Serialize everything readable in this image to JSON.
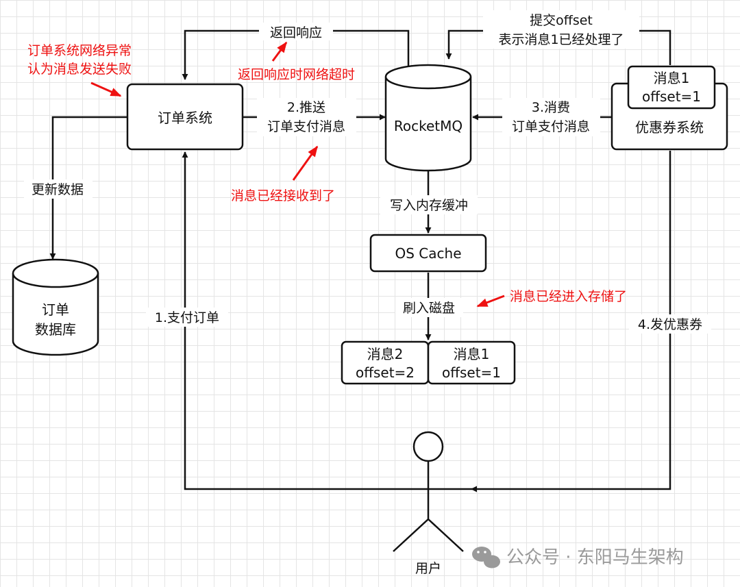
{
  "nodes": {
    "order_system": "订单系统",
    "rocketmq": "RocketMQ",
    "coupon_system": "优惠券系统",
    "msg1_top_line1": "消息1",
    "msg1_top_line2": "offset=1",
    "os_cache": "OS Cache",
    "order_db_line1": "订单",
    "order_db_line2": "数据库",
    "disk_msg2_line1": "消息2",
    "disk_msg2_line2": "offset=2",
    "disk_msg1_line1": "消息1",
    "disk_msg1_line2": "offset=1",
    "user": "用户"
  },
  "edges": {
    "return_response": "返回响应",
    "push_line1": "2.推送",
    "push_line2": "订单支付消息",
    "consume_line1": "3.消费",
    "consume_line2": "订单支付消息",
    "commit_line1": "提交offset",
    "commit_line2": "表示消息1已经处理了",
    "update_data": "更新数据",
    "write_cache": "写入内存缓冲",
    "flush_disk": "刷入磁盘",
    "pay_order": "1.支付订单",
    "issue_coupon": "4.发优惠券"
  },
  "annotations": {
    "network_error_line1": "订单系统网络异常",
    "network_error_line2": "认为消息发送失败",
    "response_timeout": "返回响应时网络超时",
    "msg_received": "消息已经接收到了",
    "msg_stored": "消息已经进入存储了"
  },
  "watermark": {
    "text": "公众号 · 东阳马生架构",
    "icon": "wechat-icon"
  },
  "colors": {
    "annotation": "#ee1111",
    "stroke": "#111111",
    "watermark": "#9a9a9a"
  }
}
